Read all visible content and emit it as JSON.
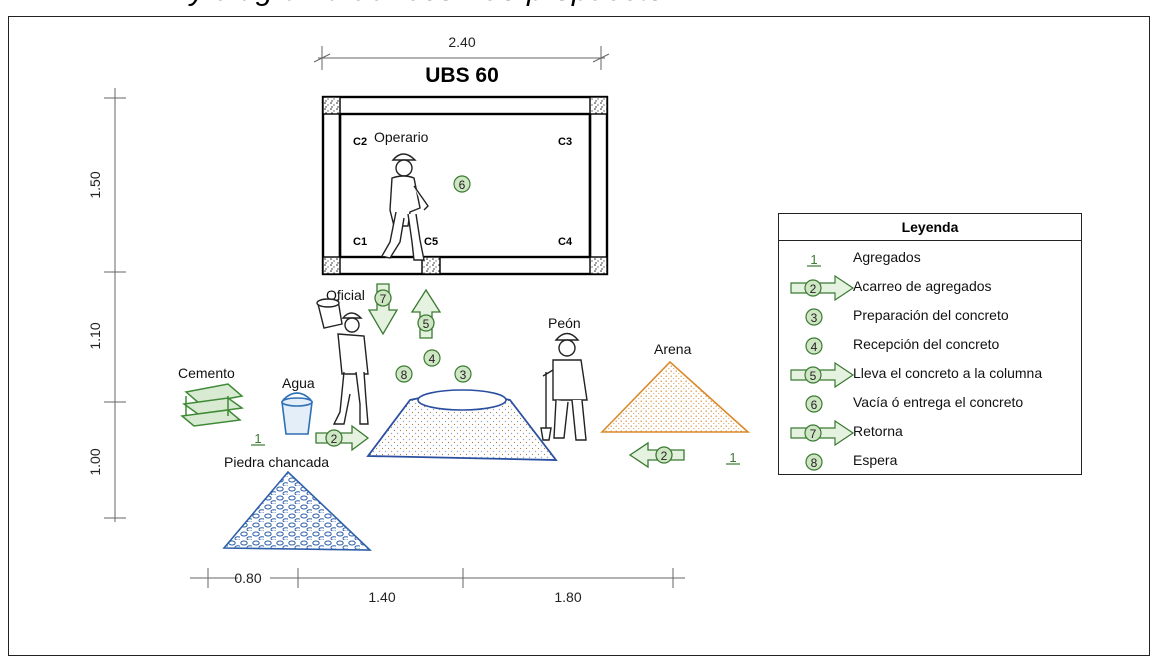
{
  "header": {
    "caption": "y diagrama de recorrido propuesto"
  },
  "plan": {
    "title": "UBS 60",
    "dimensions": {
      "top": "2.40",
      "left_upper": "1.50",
      "left_middle": "1.10",
      "left_lower": "1.00",
      "bottom_a": "0.80",
      "bottom_b": "1.40",
      "bottom_c": "1.80"
    },
    "columns": [
      "C2",
      "C3",
      "C1",
      "C5",
      "C4"
    ]
  },
  "labels": {
    "operario": "Operario",
    "oficial": "Oficial",
    "peon": "Peón",
    "arena": "Arena",
    "cemento": "Cemento",
    "agua": "Agua",
    "piedra": "Piedra chancada"
  },
  "markers": {
    "m1": "1",
    "m2": "2",
    "m3": "3",
    "m4": "4",
    "m5": "5",
    "m6": "6",
    "m7": "7",
    "m8": "8"
  },
  "legend": {
    "title": "Leyenda",
    "items": [
      {
        "num": "1",
        "label": "Agregados"
      },
      {
        "num": "2",
        "label": "Acarreo de agregados"
      },
      {
        "num": "3",
        "label": "Preparación del concreto"
      },
      {
        "num": "4",
        "label": "Recepción del concreto"
      },
      {
        "num": "5",
        "label": "Lleva el concreto a la columna"
      },
      {
        "num": "6",
        "label": "Vacía ó entrega el concreto"
      },
      {
        "num": "7",
        "label": "Retorna"
      },
      {
        "num": "8",
        "label": "Espera"
      }
    ]
  },
  "colors": {
    "marker_fill": "#cfe6c4",
    "marker_stroke": "#3a7a32",
    "sand": "#d98a2b",
    "gravel": "#2e5fa8",
    "mix": "#2a4fa0",
    "cement": "#3e8a35",
    "bucket": "#2f6fb5"
  }
}
